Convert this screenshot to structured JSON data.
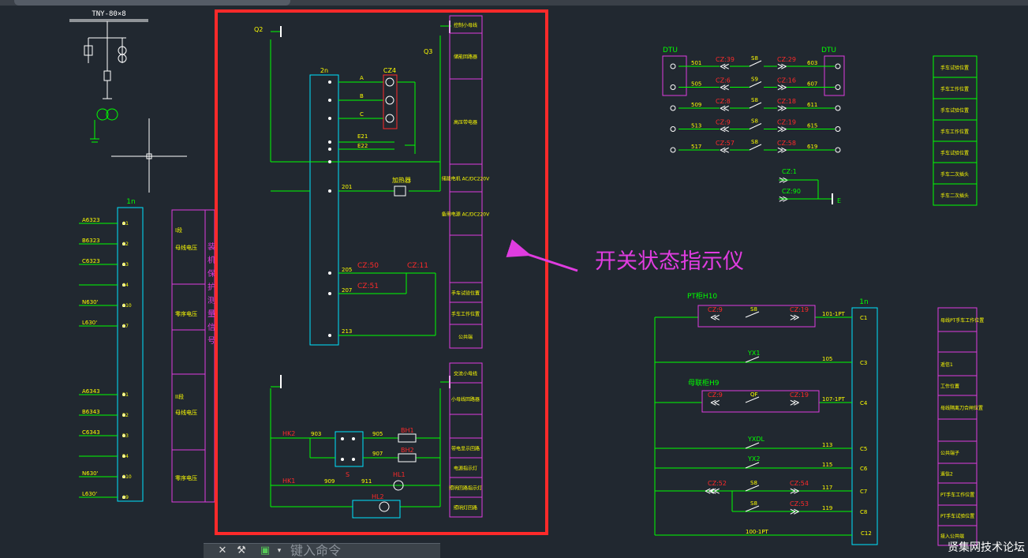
{
  "tabs": {
    "title_text": "电器一2L2~一虚拟视图..."
  },
  "left_panel": {
    "tny_label": "TNY-80×8",
    "terminal_header": "1n",
    "terminals_top": [
      {
        "wire": "A6323",
        "term": "A1"
      },
      {
        "wire": "B6323",
        "term": "A2"
      },
      {
        "wire": "C6323",
        "term": "A3"
      },
      {
        "wire": "",
        "term": "A4"
      },
      {
        "wire": "N630'",
        "term": "A10"
      },
      {
        "wire": "L630'",
        "term": "A7"
      }
    ],
    "terminals_bottom": [
      {
        "wire": "A6343",
        "term": "B1"
      },
      {
        "wire": "B6343",
        "term": "B2"
      },
      {
        "wire": "C6343",
        "term": "B3"
      },
      {
        "wire": "",
        "term": "B4"
      },
      {
        "wire": "N630'",
        "term": "A10"
      },
      {
        "wire": "L630'",
        "term": "A9"
      }
    ],
    "sections": [
      "I段",
      "母线电压",
      "零序电压",
      "II段",
      "母线电压",
      "零序电压"
    ],
    "vertical_text": "装机保护测量信号"
  },
  "center_panel": {
    "switch_q2": "Q2",
    "switch_q3": "Q3",
    "terminal_2n": "2n",
    "cz_label": "CZ4",
    "phases": [
      "A",
      "B",
      "C"
    ],
    "wires": [
      "E21",
      "E22",
      "201",
      "205",
      "207",
      "213",
      "903",
      "905",
      "907",
      "909",
      "911"
    ],
    "heater": "加热器",
    "cz_contacts": [
      "CZ:50",
      "CZ:51",
      "CZ:11"
    ],
    "components": [
      "HK2",
      "HK1",
      "BH1",
      "BH2",
      "HL1",
      "HL2",
      "S"
    ],
    "right_labels_top": [
      "控制小母线",
      "储能回路器",
      "高压带电器",
      "储能电机 AC/DC220V",
      "备用电源 AC/DC220V",
      "",
      "手车试验位置",
      "手车工作位置",
      "公共端"
    ],
    "right_labels_bottom": [
      "交流小母线",
      "小母线回路器",
      "",
      "带电显示回路",
      "电源指示灯",
      "照明回路指示灯",
      "照明灯回路"
    ]
  },
  "annotation": {
    "text": "开关状态指示仪"
  },
  "right_top": {
    "dtu_left": "DTU",
    "dtu_right": "DTU",
    "rows": [
      {
        "left": "501",
        "czl": "CZ:39",
        "sw": "S8",
        "czr": "CZ:29",
        "right": "603"
      },
      {
        "left": "505",
        "czl": "CZ:6",
        "sw": "S9",
        "czr": "CZ:16",
        "right": "607"
      },
      {
        "left": "509",
        "czl": "CZ:8",
        "sw": "S8",
        "czr": "CZ:18",
        "right": "611"
      },
      {
        "left": "513",
        "czl": "CZ:9",
        "sw": "S8",
        "czr": "CZ:19",
        "right": "615"
      },
      {
        "left": "517",
        "czl": "CZ:57",
        "sw": "S8",
        "czr": "CZ:58",
        "right": "619"
      }
    ],
    "cz_extra": [
      "CZ:1",
      "CZ:90"
    ],
    "ground_label": "E",
    "legend": [
      "手车试验位置",
      "手车工作位置",
      "手车试验位置",
      "手车工作位置",
      "手车试验位置",
      "手车二次插头",
      "手车二次插头"
    ]
  },
  "right_bottom": {
    "pt_label": "PT柜H10",
    "terminal_header": "1n",
    "rows": [
      {
        "cz_left": "CZ:9",
        "sw": "S8",
        "cz_right": "CZ:19",
        "wire": "101-1PT",
        "term": "C1"
      },
      {
        "label": "YX1",
        "wire": "105",
        "term": "C3"
      },
      {
        "cz_left": "CZ:9",
        "sw": "QF",
        "cz_right": "CZ:19",
        "wire": "107-1PT",
        "term": "C4"
      },
      {
        "label": "YXDL",
        "wire": "113",
        "term": "C5"
      },
      {
        "label": "YX2",
        "wire": "115",
        "term": "C6"
      },
      {
        "cz_left": "CZ:52",
        "sw": "S8",
        "cz_right": "CZ:54",
        "wire": "117",
        "term": "C7"
      },
      {
        "sw": "S8",
        "cz_right": "CZ:53",
        "wire": "119",
        "term": "C8"
      }
    ],
    "bus_label": "母联柜H9",
    "bottom_wire": "100-1PT",
    "bottom_term": "C12",
    "legend": [
      "母线PT手车工作位置",
      "",
      "遥信1",
      "工作位置",
      "母线隔离刀合闸位置",
      "",
      "公共端子",
      "遥信2",
      "PT手车工作位置",
      "PT手车试验位置",
      "接入公共端"
    ]
  },
  "cmdbar": {
    "placeholder": "键入命令"
  },
  "watermark": {
    "text": "贤集网技术论坛"
  },
  "colors": {
    "background": "#212830",
    "wire": "#00ff00",
    "terminal_box": "#00e5ff",
    "legend_box": "#e03ce0",
    "cz_text": "#ff2a2a",
    "label_text": "#ffff00",
    "highlight": "#ff2a2a",
    "annotation": "#e03ce0",
    "white": "#ffffff"
  }
}
